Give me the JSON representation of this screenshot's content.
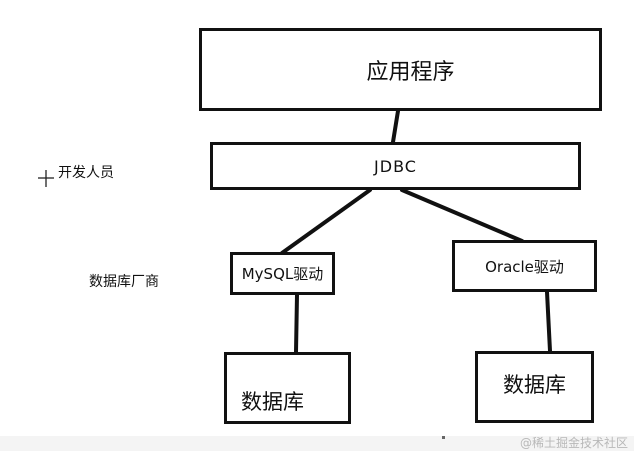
{
  "nodes": {
    "app": "应用程序",
    "jdbc": "JDBC",
    "mysql_driver": "MySQL驱动",
    "oracle_driver": "Oracle驱动",
    "mysql_db": "数据库",
    "oracle_db": "数据库"
  },
  "labels": {
    "developer": "开发人员",
    "vendor": "数据库厂商"
  },
  "watermark": "@稀土掘金技术社区",
  "colors": {
    "stroke": "#111111",
    "background": "#ffffff"
  },
  "icons": {
    "cursor": "crosshair-cursor-icon"
  }
}
